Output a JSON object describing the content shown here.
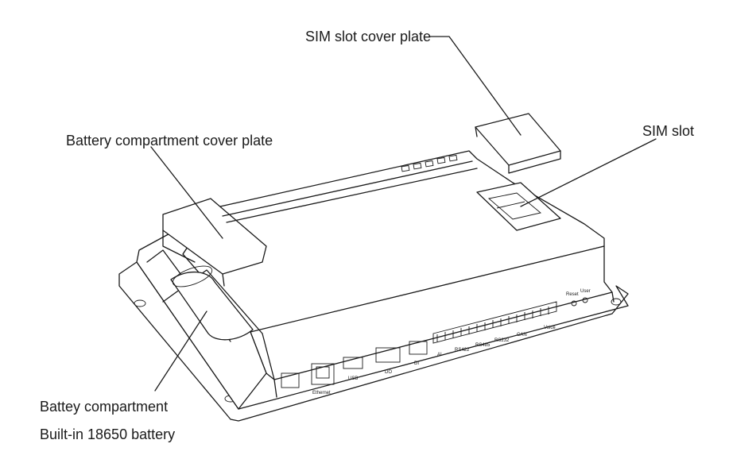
{
  "callouts": {
    "sim_cover": "SIM slot cover plate",
    "sim_slot": "SIM slot",
    "battery_cover": "Battery compartment cover plate",
    "battery_compartment": "Battey compartment",
    "battery_type": "Built-in 18650 battery"
  },
  "panel_labels": {
    "ethernet": "Ethernet",
    "usb": "USB",
    "do": "DO",
    "di": "DI",
    "ai": "AI",
    "rs422": "RS422",
    "rs485": "RS485",
    "rs232": "RS232",
    "can": "CAN",
    "voice": "Voice",
    "reset": "Reset",
    "user": "User"
  }
}
